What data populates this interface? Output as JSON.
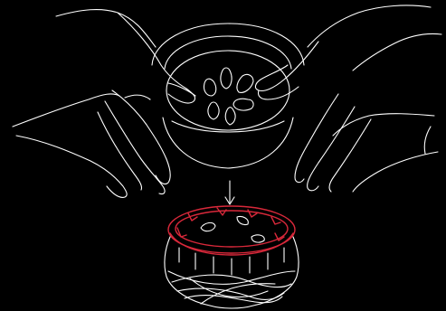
{
  "illustration": {
    "background_color": "#000000",
    "line_color": "#ffffff",
    "highlight_color": "#d8283a",
    "shapes": {
      "hands": "hands-pressing-insert",
      "insert": "top-insert-with-petal-holes",
      "arrow": "down-arrow",
      "ring": "seal-ring-highlighted",
      "base": "bottom-shell"
    }
  }
}
